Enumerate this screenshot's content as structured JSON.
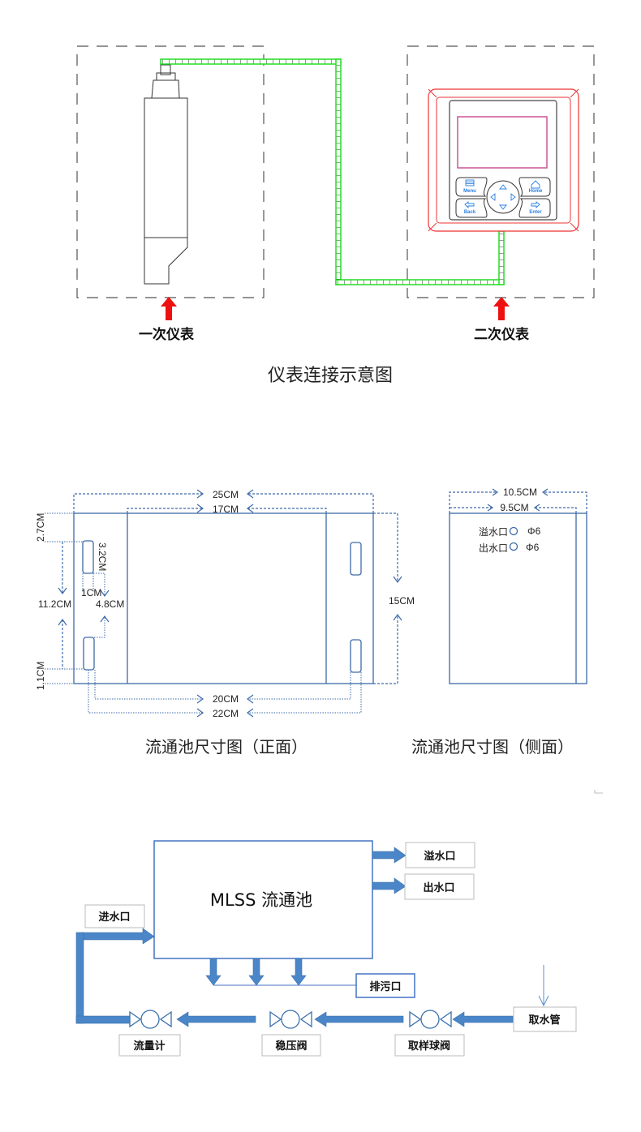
{
  "section1": {
    "primary_label": "一次仪表",
    "secondary_label": "二次仪表",
    "caption": "仪表连接示意图",
    "controller_buttons": {
      "menu": "Menu",
      "home": "Home",
      "back": "Back",
      "enter": "Enter"
    },
    "colors": {
      "cable": "#22dd22",
      "frame": "#ee3333",
      "screen": "#cc5599",
      "button": "#2a7fe0",
      "arrow": "#ee1111"
    }
  },
  "section2": {
    "front": {
      "caption": "流通池尺寸图（正面）",
      "dims": {
        "total_width": "25CM",
        "inner_width": "17CM",
        "hole_span_inner": "20CM",
        "hole_span_outer": "22CM",
        "height": "15CM",
        "top_offset": "2.7CM",
        "bottom_offset": "1.1CM",
        "hole_vertical_span": "11.2CM",
        "hole_length": "3.2CM",
        "hole_width": "1CM",
        "hole_gap": "4.8CM"
      }
    },
    "side": {
      "caption": "流通池尺寸图（侧面）",
      "dims": {
        "outer_width": "10.5CM",
        "inner_width": "9.5CM"
      },
      "ports": [
        {
          "name": "溢水口",
          "size": "Φ6"
        },
        {
          "name": "出水口",
          "size": "Φ6"
        }
      ]
    },
    "colors": {
      "line": "#3d6aa8"
    }
  },
  "section3": {
    "pool_label": "MLSS 流通池",
    "boxes": {
      "overflow": "溢水口",
      "outlet": "出水口",
      "inlet": "进水口",
      "drain": "排污口",
      "intake": "取水管",
      "flowmeter": "流量计",
      "regulator": "稳压阀",
      "sampling_valve": "取样球阀"
    },
    "colors": {
      "pipe": "#4a86c8",
      "box_border": "#4472c4"
    }
  }
}
